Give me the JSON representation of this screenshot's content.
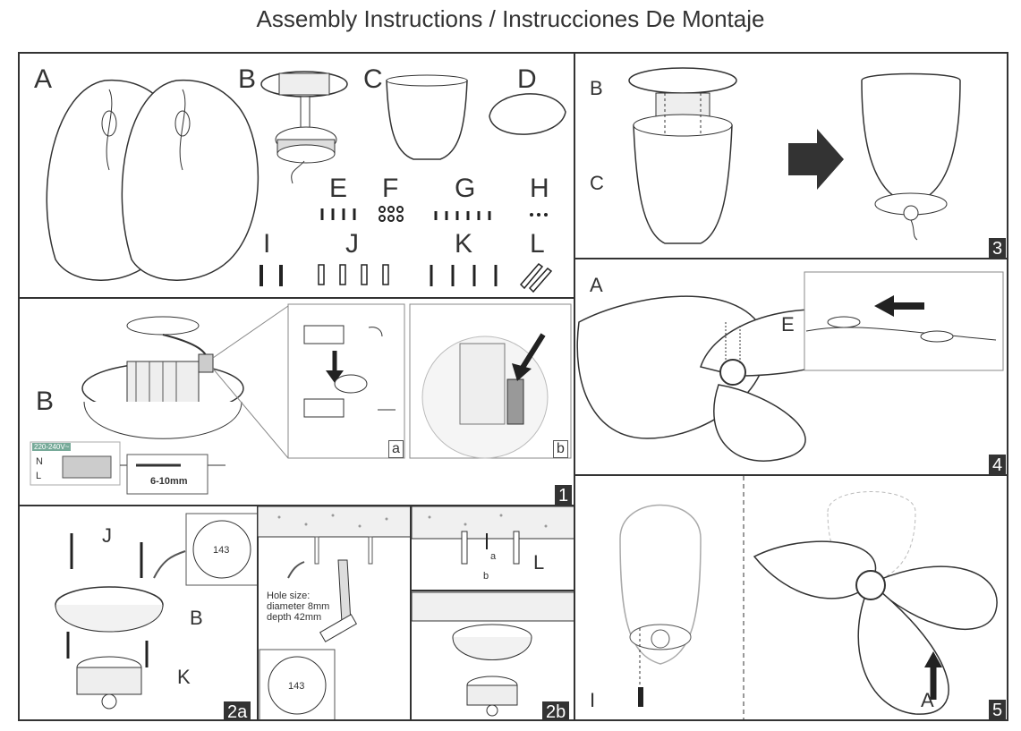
{
  "title": "Assembly Instructions / Instrucciones De Montaje",
  "parts": {
    "letters": [
      "A",
      "B",
      "C",
      "D",
      "E",
      "F",
      "G",
      "H",
      "I",
      "J",
      "K",
      "L"
    ]
  },
  "step1": {
    "number": "1",
    "part_label": "B",
    "sub_a": "a",
    "sub_b": "b",
    "voltage": "220-240V~",
    "wire_n": "N",
    "wire_l": "L",
    "strip_length": "6-10mm"
  },
  "step2a": {
    "number": "2a",
    "label_j": "J",
    "label_b": "B",
    "label_k": "K",
    "bracket_code_top": "143",
    "bracket_code_bottom": "143",
    "hole_note": [
      "Hole size:",
      "diameter 8mm",
      "depth 42mm"
    ]
  },
  "step2b": {
    "number": "2b",
    "label_l": "L",
    "sub_a": "a",
    "sub_b": "b"
  },
  "step3": {
    "number": "3",
    "label_b": "B",
    "label_c": "C"
  },
  "step4": {
    "number": "4",
    "label_a": "A",
    "label_e": "E"
  },
  "step5": {
    "number": "5",
    "label_i": "I",
    "label_a": "A"
  }
}
